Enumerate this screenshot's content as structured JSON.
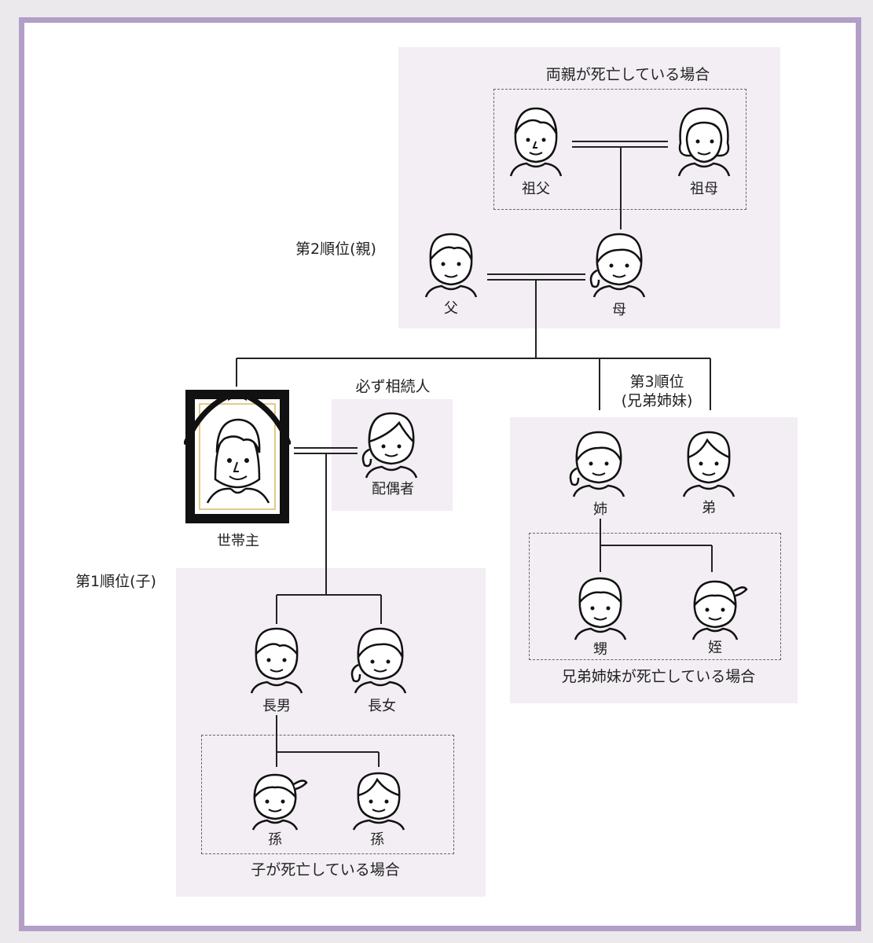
{
  "groups": {
    "parents_dead": "両親が死亡している場合",
    "rank2": "第2順位(親)",
    "rank3_line1": "第3順位",
    "rank3_line2": "(兄弟姉妹)",
    "always_heir": "必ず相続人",
    "rank1": "第1順位(子)",
    "siblings_dead": "兄弟姉妹が死亡している場合",
    "child_dead": "子が死亡している場合"
  },
  "people": {
    "grandfather": "祖父",
    "grandmother": "祖母",
    "father": "父",
    "mother": "母",
    "householder": "世帯主",
    "spouse": "配偶者",
    "elder_sister": "姉",
    "younger_brother": "弟",
    "nephew": "甥",
    "niece": "姪",
    "eldest_son": "長男",
    "eldest_daughter": "長女",
    "grandchild_1": "孫",
    "grandchild_2": "孫"
  },
  "colors": {
    "frame_border": "#b29ec7",
    "panel_fill": "#f2eef3",
    "line": "#222222"
  }
}
